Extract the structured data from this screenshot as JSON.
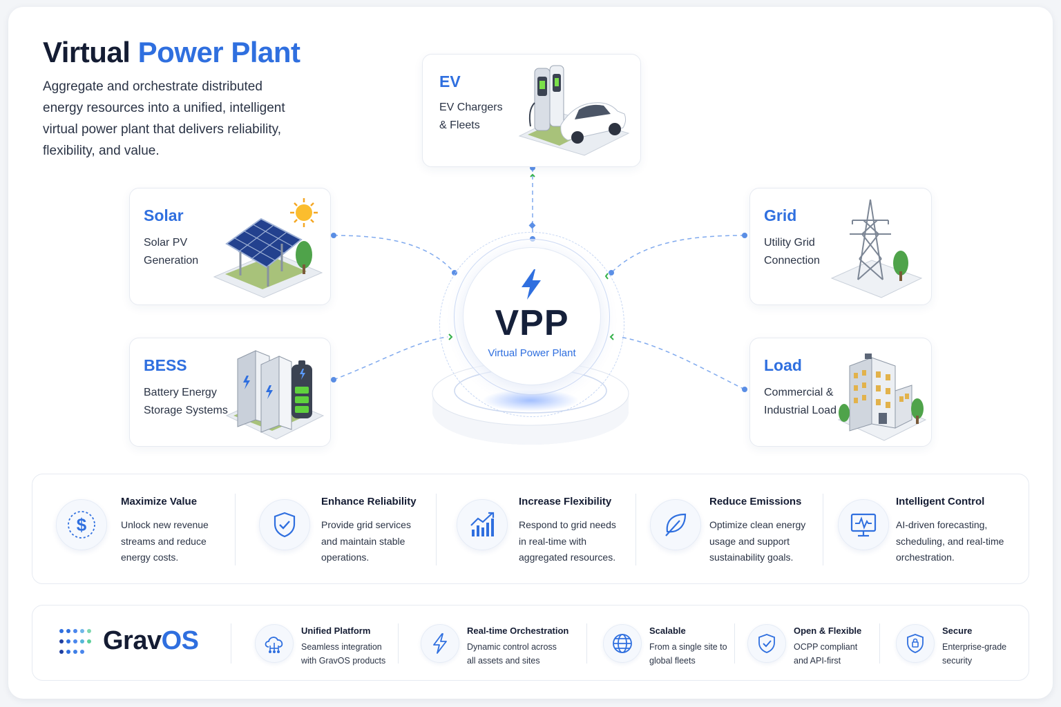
{
  "header": {
    "title_main": "Virtual ",
    "title_accent": "Power Plant",
    "description": "Aggregate and orchestrate distributed energy resources into a unified, intelligent virtual power plant that delivers reliability, flexibility, and value."
  },
  "assets": {
    "ev": {
      "title": "EV",
      "line1": "EV Chargers",
      "line2": "& Fleets"
    },
    "solar": {
      "title": "Solar",
      "line1": "Solar PV",
      "line2": "Generation"
    },
    "bess": {
      "title": "BESS",
      "line1": "Battery Energy",
      "line2": "Storage Systems"
    },
    "grid": {
      "title": "Grid",
      "line1": "Utility Grid",
      "line2": "Connection"
    },
    "load": {
      "title": "Load",
      "line1": "Commercial &",
      "line2": "Industrial Load"
    }
  },
  "hub": {
    "title": "VPP",
    "subtitle": "Virtual Power Plant",
    "icon": "lightning-bolt-icon"
  },
  "benefits": [
    {
      "title": "Maximize Value",
      "desc": "Unlock new revenue streams and reduce energy costs.",
      "icon": "dollar-icon"
    },
    {
      "title": "Enhance Reliability",
      "desc": "Provide grid services and maintain stable operations.",
      "icon": "shield-check-icon"
    },
    {
      "title": "Increase Flexibility",
      "desc": "Respond to grid needs in real-time with aggregated resources.",
      "icon": "growth-chart-icon"
    },
    {
      "title": "Reduce Emissions",
      "desc": "Optimize clean energy usage and support sustainability goals.",
      "icon": "leaf-icon"
    },
    {
      "title": "Intelligent Control",
      "desc": "AI-driven forecasting, scheduling, and real-time orchestration.",
      "icon": "monitor-pulse-icon"
    }
  ],
  "brand": {
    "name_main": "Grav",
    "name_accent": "OS"
  },
  "features": [
    {
      "title": "Unified Platform",
      "desc": "Seamless integration with GravOS products",
      "icon": "cloud-network-icon"
    },
    {
      "title": "Real-time Orchestration",
      "desc": "Dynamic control across all assets and sites",
      "icon": "lightning-icon"
    },
    {
      "title": "Scalable",
      "desc": "From a single site to global fleets",
      "icon": "globe-icon"
    },
    {
      "title": "Open & Flexible",
      "desc": "OCPP compliant and API-first",
      "icon": "shield-check-icon"
    },
    {
      "title": "Secure",
      "desc": "Enterprise-grade security",
      "icon": "lock-shield-icon"
    }
  ],
  "colors": {
    "accent": "#2f6fdf",
    "dark": "#141c33",
    "green": "#36b24a"
  }
}
